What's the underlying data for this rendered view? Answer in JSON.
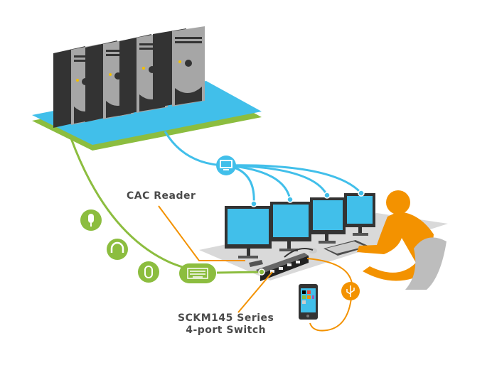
{
  "labels": {
    "cac_reader": "CAC Reader",
    "switch_line1": "SCKM145 Series",
    "switch_line2": "4-port Switch"
  },
  "colors": {
    "video": "#41bfea",
    "peripherals": "#8cbd3f",
    "usb": "#f39200",
    "server_body": "#333333",
    "server_front": "#a6a6a6",
    "text": "#4a4a4a"
  },
  "icons": [
    "tower-server",
    "monitor-icon",
    "microphone-icon",
    "headphones-icon",
    "mouse-icon",
    "keyboard-icon",
    "usb-icon",
    "smartphone",
    "kvm-switch",
    "user-figure"
  ]
}
